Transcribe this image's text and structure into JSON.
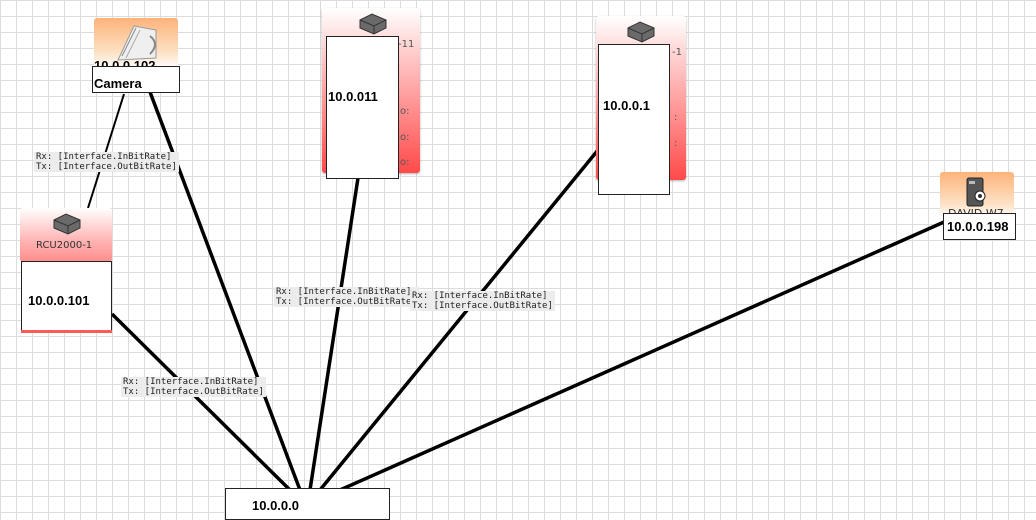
{
  "nodes": {
    "camera": {
      "ip": "10.0.0.102",
      "label": "Camera"
    },
    "rcu": {
      "hostname": "RCU2000-1",
      "ip": "10.0.0.101"
    },
    "switch_a": {
      "hostname_fragment": "-11",
      "ip": "10.0.011",
      "row_fragment_1": "o:",
      "row_fragment_2": "o:",
      "row_fragment_3": "o:"
    },
    "switch_b": {
      "hostname_fragment": "-1",
      "ip": "10.0.0.1",
      "row_fragment_1": ":",
      "row_fragment_2": ":"
    },
    "pc": {
      "hostname": "DAVID-W7",
      "ip": "10.0.0.198"
    },
    "core": {
      "ip": "10.0.0.0"
    }
  },
  "link_labels": {
    "camera_rcu": {
      "rx": "Rx: [Interface.InBitRate]",
      "tx": "Tx: [Interface.OutBitRate]"
    },
    "rcu_core": {
      "rx": "Rx: [Interface.InBitRate]",
      "tx": "Tx: [Interface.OutBitRate]"
    },
    "switch_a_core": {
      "rx": "Rx: [Interface.InBitRate]",
      "tx": "Tx: [Interface.OutBitRate]"
    },
    "switch_b_core": {
      "rx": "Rx: [Interface.InBitRate]",
      "tx": "Tx: [Interface.OutBitRate]"
    }
  },
  "colors": {
    "device_ok": "#fdb37a",
    "device_alert": "#ff4a4a",
    "link": "#000000",
    "grid": "#dcdcdc"
  },
  "icons": {
    "camera": "camera-icon",
    "router": "router-icon",
    "pc": "pc-icon"
  }
}
